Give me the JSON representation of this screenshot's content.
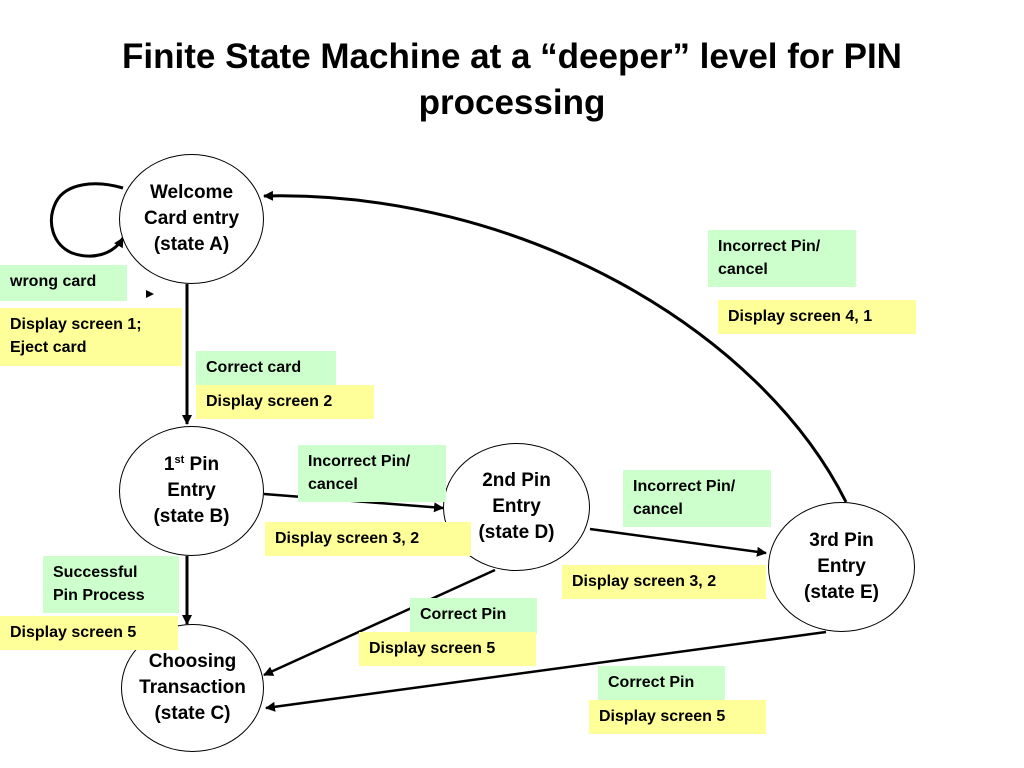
{
  "title": {
    "line1": "Finite State Machine at a “deeper” level for PIN",
    "line2": "processing"
  },
  "states": {
    "A": {
      "line1": "Welcome",
      "line2": "Card entry",
      "line3": "(state A)"
    },
    "B": {
      "num": "1",
      "sup": "st",
      "rest": " Pin",
      "line2": "Entry",
      "line3": "(state B)"
    },
    "C": {
      "line1": "Choosing",
      "line2": "Transaction",
      "line3": "(state C)"
    },
    "D": {
      "line1": "2nd Pin",
      "line2": "Entry",
      "line3": "(state D)"
    },
    "E": {
      "line1": "3rd Pin",
      "line2": "Entry",
      "line3": "(state E)"
    }
  },
  "labels": {
    "wrong_card": "wrong card",
    "display_1_line1": "Display screen 1;",
    "display_1_line2": "Eject card",
    "correct_card": "Correct card",
    "display_2": "Display screen 2",
    "incorrect_ae_line1": "Incorrect Pin/",
    "incorrect_ae_line2": "cancel",
    "display_4_1": "Display screen 4, 1",
    "incorrect_bd_line1": "Incorrect Pin/",
    "incorrect_bd_line2": "cancel",
    "display_3_2_bd": "Display screen 3,  2",
    "incorrect_de_line1": "Incorrect Pin/",
    "incorrect_de_line2": "cancel",
    "display_3_2_de": "Display screen 3,  2",
    "successful_line1": "Successful",
    "successful_line2": "Pin Process",
    "display_5_bc": "Display screen 5",
    "correct_pin_dc": "Correct Pin",
    "display_5_dc": "Display screen 5",
    "correct_pin_ec": "Correct Pin",
    "display_5_ec": "Display screen 5"
  },
  "colors": {
    "event_box": "#ccffcc",
    "action_box": "#ffff99",
    "line": "#000000"
  }
}
